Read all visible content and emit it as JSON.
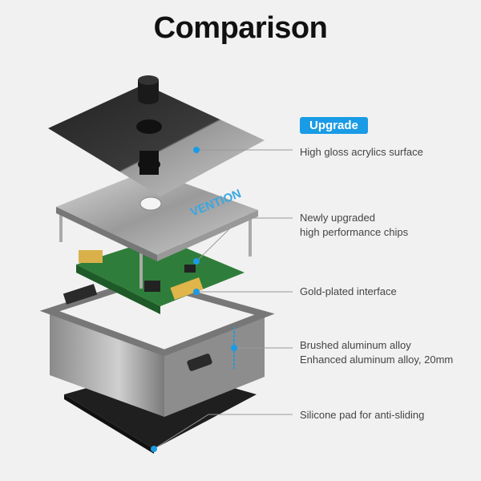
{
  "title": "Comparison",
  "badge": "Upgrade",
  "brand_logo": "VENTION",
  "accent_color": "#1a9be6",
  "features": [
    {
      "lines": [
        "High gloss acrylics surface"
      ]
    },
    {
      "lines": [
        "Newly upgraded",
        "high performance chips"
      ]
    },
    {
      "lines": [
        "Gold-plated interface"
      ]
    },
    {
      "lines": [
        "Brushed aluminum alloy",
        "Enhanced aluminum alloy, 20mm"
      ]
    },
    {
      "lines": [
        "Silicone pad for anti-sliding"
      ]
    }
  ]
}
